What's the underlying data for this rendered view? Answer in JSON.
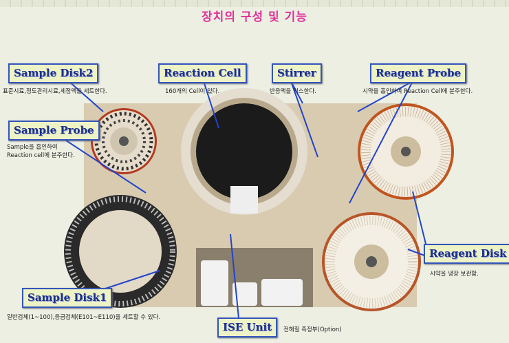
{
  "title": "장치의 구성 및 기능",
  "labels": {
    "sample_disk2": {
      "name": "Sample Disk2",
      "desc": "표준시료,정도관리시료,세정액을 세트한다."
    },
    "reaction_cell": {
      "name": "Reaction Cell",
      "desc": "160개의 Cell이 있다."
    },
    "stirrer": {
      "name": "Stirrer",
      "desc": "반응액을 믹스한다."
    },
    "reagent_probe": {
      "name": "Reagent Probe",
      "desc": "시약을 흡인하여 Reaction Cell에 분주한다."
    },
    "sample_probe": {
      "name": "Sample Probe",
      "desc1": "Sample을 흡인하여",
      "desc2": "Reaction cell에 분주한다."
    },
    "reagent_disk": {
      "name": "Reagent Disk",
      "desc": "시약을 냉장 보관함."
    },
    "sample_disk1": {
      "name": "Sample Disk1",
      "desc": "일반검체(1~100),응급검체(E101~E110)을 세트할 수 있다."
    },
    "ise_unit": {
      "name": "ISE Unit",
      "desc": "전해질 측정부(Option)"
    }
  },
  "colors": {
    "title": "#e0309a",
    "label_text": "#1c2f8a",
    "label_bg": "#eef3c6",
    "arrow": "#2244cc"
  }
}
